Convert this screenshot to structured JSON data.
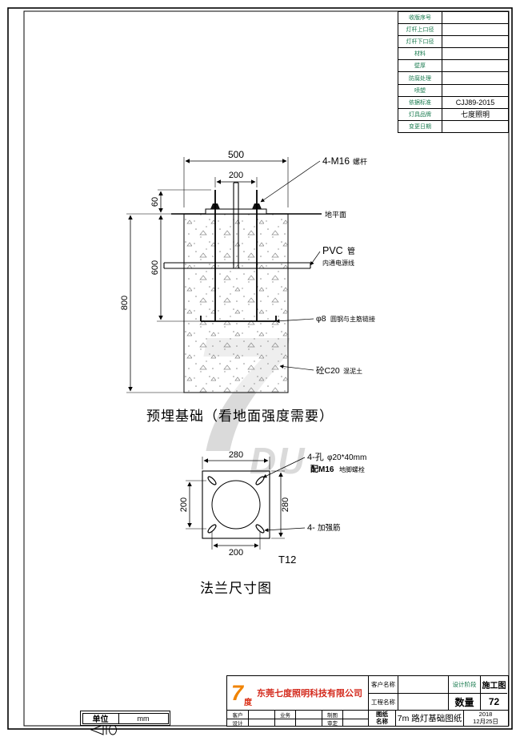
{
  "info_table": {
    "rows": [
      {
        "label": "收版序号",
        "value": ""
      },
      {
        "label": "灯杆上口径",
        "value": ""
      },
      {
        "label": "灯杆下口径",
        "value": ""
      },
      {
        "label": "材料",
        "value": ""
      },
      {
        "label": "壁厚",
        "value": ""
      },
      {
        "label": "防腐处理",
        "value": ""
      },
      {
        "label": "喷塑",
        "value": ""
      },
      {
        "label": "依据标准",
        "value": "CJJ89-2015"
      },
      {
        "label": "灯具品牌",
        "value": "七度照明"
      },
      {
        "label": "变更日期",
        "value": ""
      }
    ]
  },
  "foundation_drawing": {
    "dims": {
      "width_top": "500",
      "bolt_spacing": "200",
      "exposed": "60",
      "depth_bolt": "600",
      "depth_total": "800"
    },
    "annotations": {
      "bolt_main": "4-M16",
      "bolt_sub": "螺杆",
      "ground": "地平面",
      "pvc_main": "PVC",
      "pvc_sub": "管",
      "pvc_note": "内通电源线",
      "tie_main": "φ8",
      "tie_sub": "圆钢与主筋链接",
      "concrete_main": "砼C20",
      "concrete_sub": "混泥土"
    },
    "caption": "预埋基础（看地面强度需要）"
  },
  "flange_drawing": {
    "dims": {
      "outer_w": "280",
      "outer_h": "280",
      "spacing_x": "200",
      "spacing_y": "200"
    },
    "thickness": "T12",
    "annotations": {
      "hole_main": "4-孔",
      "hole_sub": "φ20*40mm",
      "fit_main": "配M16",
      "fit_sub": "地脚螺栓",
      "rib_main": "4-",
      "rib_sub": "加强筋"
    },
    "caption": "法兰尺寸图"
  },
  "watermark": {
    "big": "7",
    "small": "DU"
  },
  "title_block": {
    "logo_7": "7",
    "logo_du": "度",
    "company": "东莞七度照明科技有限公司",
    "customer_label": "客户名称",
    "customer_value": "",
    "project_label": "工程名称",
    "project_value": "",
    "stage_label": "设计阶段",
    "stage_value": "施工图",
    "qty_label": "数量",
    "qty_value": "72",
    "sign_row1": [
      {
        "label": "客户",
        "value": ""
      },
      {
        "label": "业务",
        "value": ""
      },
      {
        "label": "制图",
        "value": ""
      }
    ],
    "sign_row2": [
      {
        "label": "设计",
        "value": ""
      },
      {
        "label": "",
        "value": ""
      },
      {
        "label": "审定",
        "value": ""
      }
    ],
    "drawing_label_1": "图纸",
    "drawing_label_2": "名称",
    "drawing_name": "7m 路灯基础图纸",
    "date_line1": "2018",
    "date_line2": "12月25日"
  },
  "unit_box": {
    "label": "单位",
    "value": "mm"
  }
}
